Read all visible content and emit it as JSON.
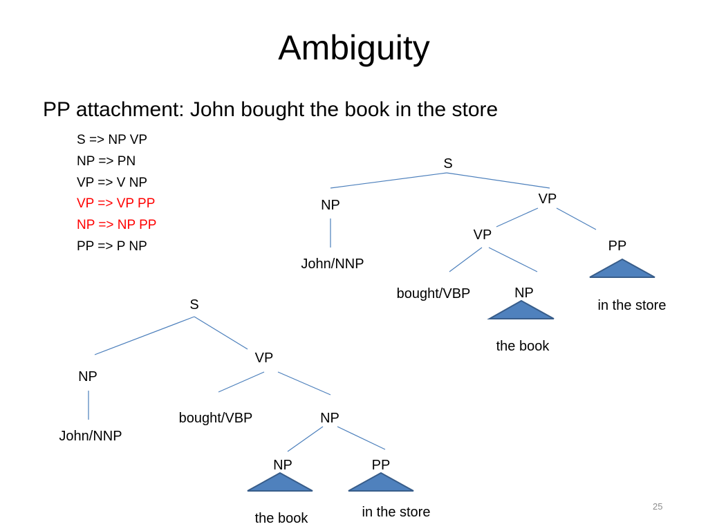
{
  "slide": {
    "title": "Ambiguity",
    "subtitle": "PP attachment:  John bought the book in the store",
    "page_number": "25",
    "rules": [
      {
        "text": "S => NP VP",
        "highlight": false
      },
      {
        "text": "NP => PN",
        "highlight": false
      },
      {
        "text": "VP => V NP",
        "highlight": false
      },
      {
        "text": "VP => VP PP",
        "highlight": true
      },
      {
        "text": "NP => NP PP",
        "highlight": true
      },
      {
        "text": "PP => P NP",
        "highlight": false
      }
    ]
  },
  "colors": {
    "highlight": "#ff0000",
    "tree_line": "#4a7ebb",
    "triangle_fill": "#4f81bd",
    "triangle_stroke": "#385d8a"
  },
  "tree_vp_attachment": {
    "s": "S",
    "np": "NP",
    "john": "John/NNP",
    "vp_top": "VP",
    "vp_inner": "VP",
    "pp": "PP",
    "bought": "bought/VBP",
    "np_obj": "NP",
    "the_book": "the book",
    "in_the_store": "in the store"
  },
  "tree_np_attachment": {
    "s": "S",
    "np": "NP",
    "john": "John/NNP",
    "vp": "VP",
    "bought": "bought/VBP",
    "np_obj": "NP",
    "np_inner": "NP",
    "pp": "PP",
    "the_book": "the book",
    "in_the_store": "in the store"
  }
}
